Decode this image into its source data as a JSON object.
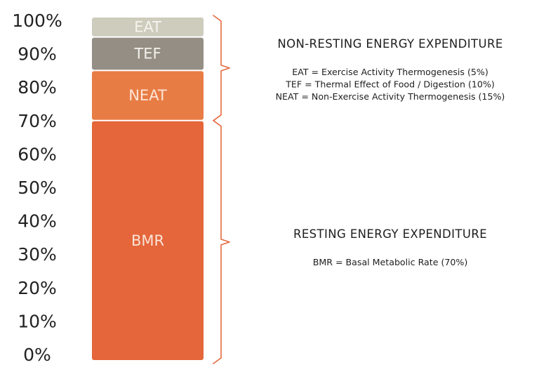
{
  "colors": {
    "bmr": "#e4663a",
    "neat": "#e87c45",
    "tef": "#958e84",
    "eat": "#cdccbd",
    "bracket": "#e46a3f",
    "text": "#222222"
  },
  "chart_data": {
    "type": "bar",
    "stacked": true,
    "ylim": [
      0,
      100
    ],
    "y_ticks": [
      "0%",
      "10%",
      "20%",
      "30%",
      "40%",
      "50%",
      "60%",
      "70%",
      "80%",
      "90%",
      "100%"
    ],
    "segments": [
      {
        "label": "BMR",
        "value": 70
      },
      {
        "label": "NEAT",
        "value": 15
      },
      {
        "label": "TEF",
        "value": 10
      },
      {
        "label": "EAT",
        "value": 5
      }
    ],
    "grid": false,
    "annotations": [
      {
        "from": 70,
        "to": 100,
        "title": "NON-RESTING ENERGY EXPENDITURE",
        "lines": [
          "EAT = Exercise Activity Thermogenesis (5%)",
          "TEF = Thermal Effect of Food / Digestion (10%)",
          "NEAT = Non-Exercise Activity Thermogenesis (15%)"
        ]
      },
      {
        "from": 0,
        "to": 70,
        "title": "RESTING ENERGY EXPENDITURE",
        "lines": [
          "BMR = Basal Metabolic Rate (70%)"
        ]
      }
    ]
  }
}
